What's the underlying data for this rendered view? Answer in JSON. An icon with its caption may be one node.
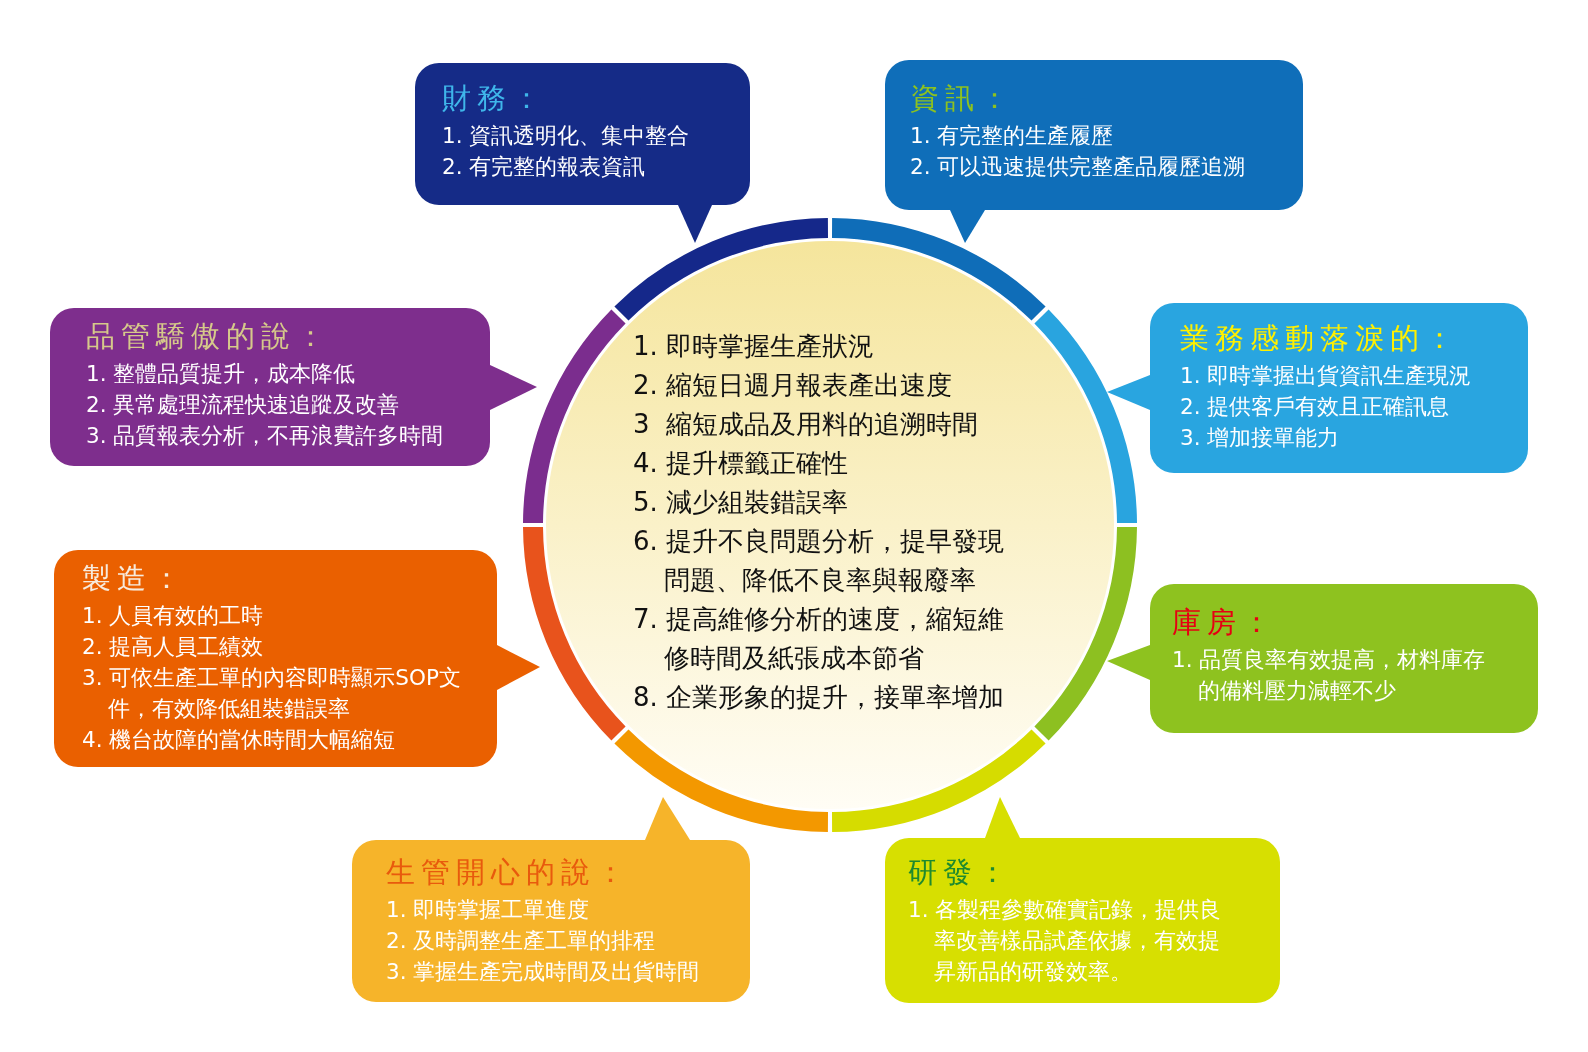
{
  "diagram": {
    "nodes": [
      {
        "text": [
          "1. 即時掌握生產狀況",
          "2. 縮短日週月報表產出速度",
          "3  縮短成品及用料的追溯時間",
          "4. 提升標籤正確性",
          "5. 減少組裝錯誤率",
          "6. 提升不良問題分析，提早發現問題、降低不良率與報廢率",
          "7. 提高維修分析的速度，縮短維修時間及紙張成本節省",
          "8. 企業形象的提升，接單率增加"
        ]
      },
      {
        "text": [
          "財務：",
          "1. 資訊透明化、集中整合",
          "2. 有完整的報表資訊"
        ]
      },
      {
        "text": [
          "資訊：",
          "1. 有完整的生產履歷",
          "2. 可以迅速提供完整產品履歷追溯"
        ]
      },
      {
        "text": [
          "品管驕傲的說：",
          "1. 整體品質提升，成本降低",
          "2. 異常處理流程快速追蹤及改善",
          "3. 品質報表分析，不再浪費許多時間"
        ]
      },
      {
        "text": [
          "業務感動落淚的：",
          "1. 即時掌握出貨資訊生產現況",
          "2. 提供客戶有效且正確訊息",
          "3. 增加接單能力"
        ]
      },
      {
        "text": [
          "製造：",
          "1. 人員有效的工時",
          "2. 提高人員工績效",
          "3. 可依生產工單的內容即時顯示SOP文件，有效降低組裝錯誤率",
          "4. 機台故障的當休時間大幅縮短"
        ]
      },
      {
        "text": [
          "庫房：",
          "1. 品質良率有效提高，材料庫存的備料壓力減輕不少"
        ]
      },
      {
        "text": [
          "生管開心的說：",
          "1. 即時掌握工單進度",
          "2. 及時調整生產工單的排程",
          "3. 掌握生產完成時間及出貨時間"
        ]
      },
      {
        "text": [
          "研發：",
          "1. 各製程參數確實記錄，提供良率改善樣品試產依據，有效提昇新品的研發效率。"
        ]
      }
    ]
  }
}
